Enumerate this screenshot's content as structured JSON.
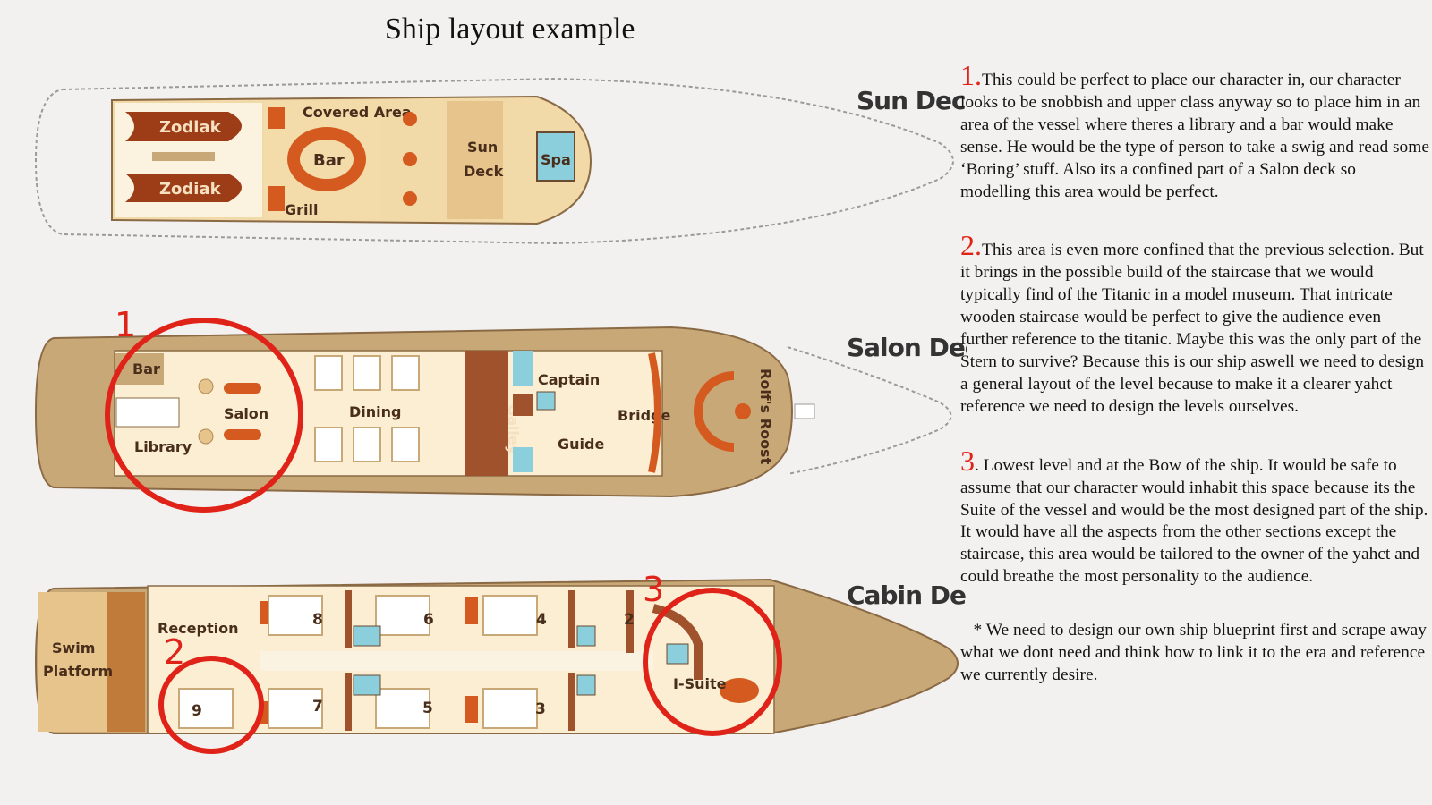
{
  "title": "Ship layout example",
  "decks": {
    "sun": {
      "label": "Sun Deck",
      "rooms": {
        "zodiak1": "Zodiak",
        "zodiak2": "Zodiak",
        "covered": "Covered Area",
        "bar": "Bar",
        "grill": "Grill",
        "sundeck_a": "Sun",
        "sundeck_b": "Deck",
        "spa": "Spa"
      }
    },
    "salon": {
      "label": "Salon Deck",
      "rooms": {
        "bar": "Bar",
        "salon": "Salon",
        "library": "Library",
        "dining": "Dining",
        "galley": "Galley",
        "captain": "Captain",
        "guide": "Guide",
        "bridge": "Bridge",
        "rolfs": "Rolf's Roost"
      }
    },
    "cabin": {
      "label": "Cabin Deck",
      "rooms": {
        "swim_a": "Swim",
        "swim_b": "Platform",
        "reception": "Reception",
        "suite": "I-Suite"
      },
      "cabins": [
        "8",
        "6",
        "4",
        "2",
        "9",
        "7",
        "5",
        "3"
      ]
    }
  },
  "markers": [
    "1",
    "2",
    "3"
  ],
  "notes": [
    {
      "num": "1.",
      "text": "This could be perfect to place our character in, our character looks to be snobbish and upper class anyway so to place him in an area of the vessel where theres a library and a bar would make sense. He would be the type of person to take a swig and read some ‘Boring’ stuff. Also its a confined part of a Salon deck so modelling this area would be perfect."
    },
    {
      "num": "2.",
      "text": "This area is even more confined that the previous selection. But it brings in the possible build of the staircase that we would typically find of the Titanic in a model museum. That intricate wooden staircase would be perfect to give the audience even further reference to the titanic. Maybe this was the only part of the Stern to survive? Because this is our ship aswell we need to design a general layout of the level because to make it a clearer yahct reference we need to design the levels ourselves."
    },
    {
      "num": "3",
      "text": ". Lowest level and at the Bow of the ship. It would be safe to assume that our character would inhabit this space because its the Suite of the vessel and would be the most designed part of the ship. It would have all the aspects from the other sections except the staircase, this area would be tailored to the owner of the yahct and could breathe the most personality to the audience."
    }
  ],
  "footnote": "* We need to design our own ship blueprint first and scrape away what we dont need and think how to link it to the era and reference we currently desire.",
  "colors": {
    "hull": "#c9a877",
    "floor": "#f6e6c6",
    "wood": "#a0522d",
    "accent": "#e02318",
    "cyan": "#8ccfdc"
  }
}
